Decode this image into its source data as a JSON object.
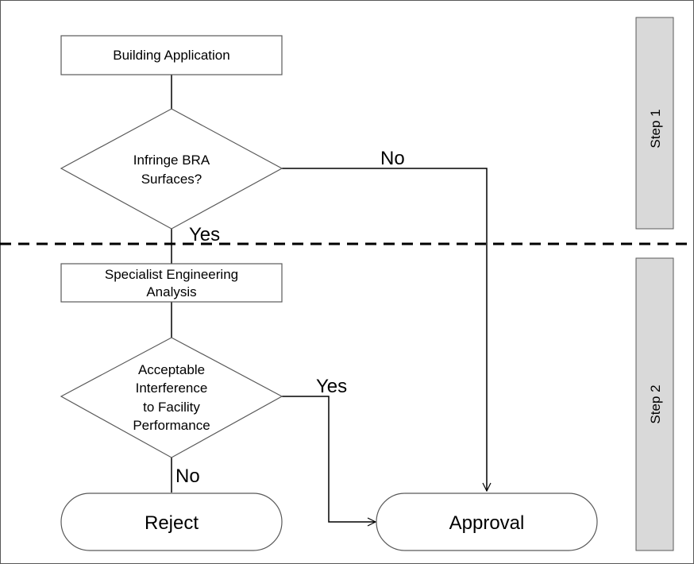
{
  "nodes": {
    "building_application": "Building Application",
    "infringe_line1": "Infringe BRA",
    "infringe_line2": "Surfaces?",
    "specialist_line1": "Specialist Engineering",
    "specialist_line2": "Analysis",
    "acceptable_line1": "Acceptable",
    "acceptable_line2": "Interference",
    "acceptable_line3": "to Facility",
    "acceptable_line4": "Performance",
    "reject": "Reject",
    "approval": "Approval"
  },
  "edges": {
    "no_infringe": "No",
    "yes_infringe": "Yes",
    "yes_acceptable": "Yes",
    "no_acceptable": "No"
  },
  "steps": {
    "step1": "Step 1",
    "step2": "Step 2"
  },
  "colors": {
    "step_fill": "#d9d9d9",
    "line": "#000000",
    "border": "#595959"
  }
}
